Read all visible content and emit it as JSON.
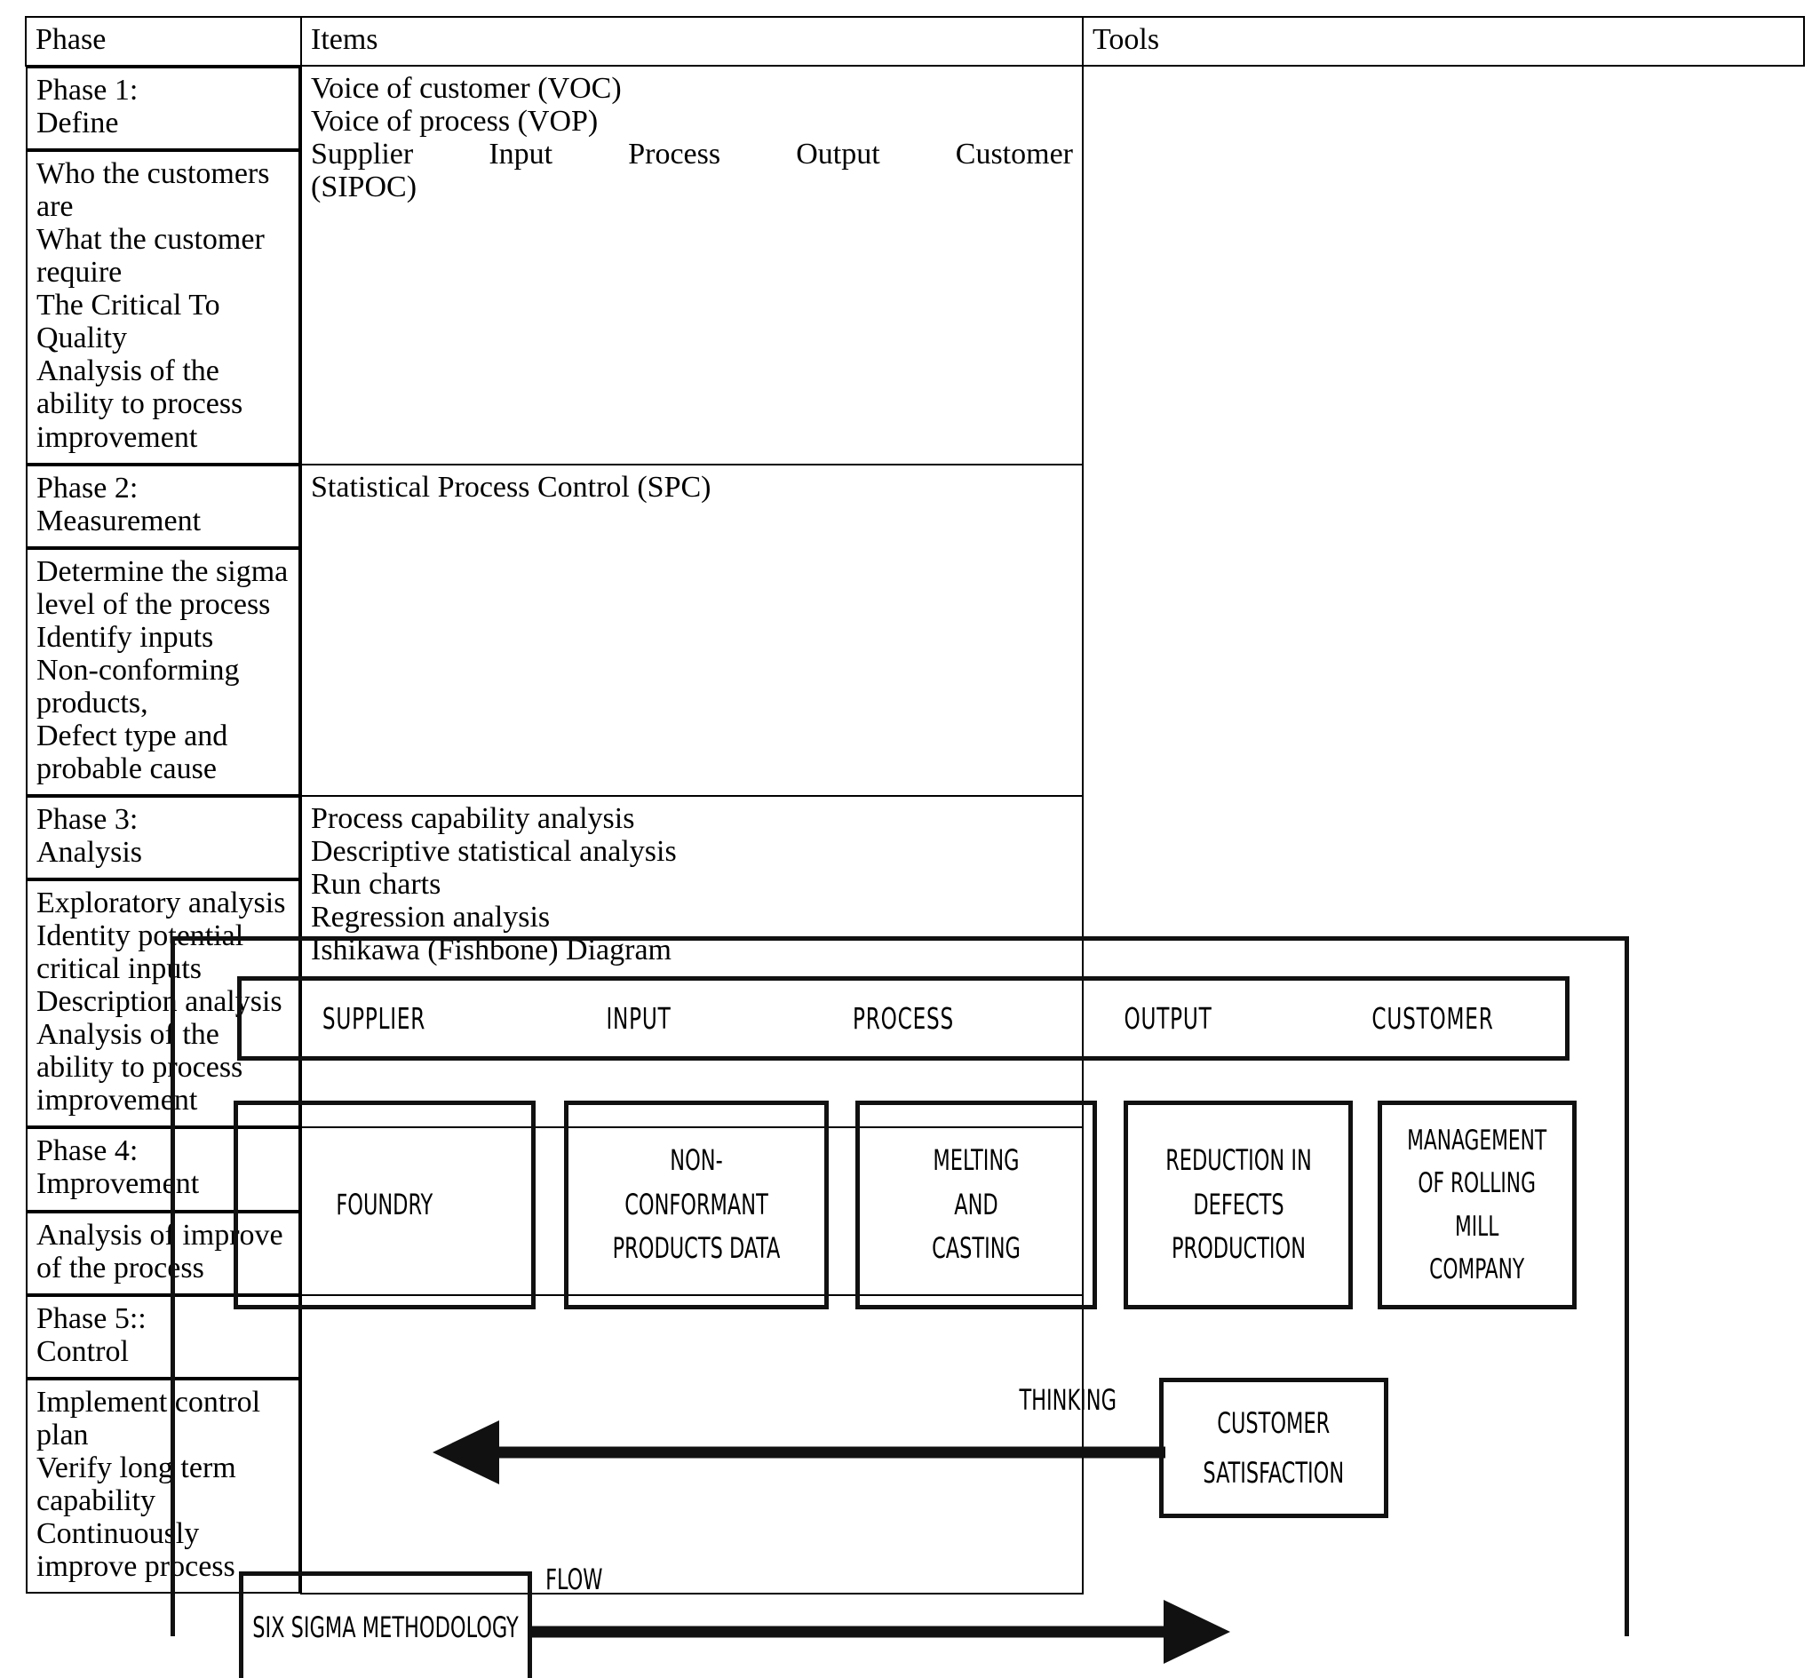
{
  "table": {
    "headers": {
      "phase": "Phase",
      "items": "Items",
      "tools": "Tools"
    },
    "rows": [
      {
        "phase": "Phase 1:\nDefine",
        "items": "Who the customers are\nWhat the customer require\nThe Critical To Quality\nAnalysis of the ability to process improvement",
        "tools_lines": [
          "Voice of customer (VOC)",
          "Voice of process (VOP)"
        ],
        "tools_justified": "Supplier Input Process Output Customer",
        "tools_tail": "(SIPOC)"
      },
      {
        "phase": "Phase 2:\nMeasurement",
        "items": "Determine the sigma level of the process\nIdentify inputs\nNon-conforming products,\nDefect type and probable cause",
        "tools_lines": [
          "Statistical Process Control (SPC)"
        ],
        "tools_justified": "",
        "tools_tail": ""
      },
      {
        "phase": "Phase 3:\nAnalysis",
        "items": "Exploratory analysis\nIdentity potential critical inputs\nDescription analysis\nAnalysis of the ability to process\nimprovement",
        "tools_lines": [
          "Process capability analysis",
          "Descriptive statistical analysis",
          "Run charts",
          "Regression analysis",
          "Ishikawa (Fishbone) Diagram"
        ],
        "tools_justified": "",
        "tools_tail": ""
      },
      {
        "phase": "Phase 4:\nImprovement",
        "items": "Analysis of improve of the process",
        "tools_lines": [],
        "tools_justified": "",
        "tools_tail": ""
      },
      {
        "phase": "Phase 5::\nControl",
        "items": "Implement control plan\nVerify long term capability\nContinuously improve process",
        "tools_lines": [],
        "tools_justified": "",
        "tools_tail": ""
      }
    ]
  },
  "sipoc": {
    "headers": [
      "SUPPLIER",
      "INPUT",
      "PROCESS",
      "OUTPUT",
      "CUSTOMER"
    ],
    "boxes": [
      "FOUNDRY",
      "NON-CONFORMANT\nPRODUCTS DATA",
      "MELTING\nAND\nCASTING",
      "REDUCTION IN\nDEFECTS\nPRODUCTION",
      "MANAGEMENT\nOF ROLLING\nMILL\nCOMPANY"
    ],
    "customer_satisfaction": "CUSTOMER\nSATISFACTION",
    "thinking_label": "THINKING",
    "six_sigma_box": "SIX SIGMA METHODOLOGY",
    "flow_label": "FLOW",
    "line_color": "#111111"
  }
}
